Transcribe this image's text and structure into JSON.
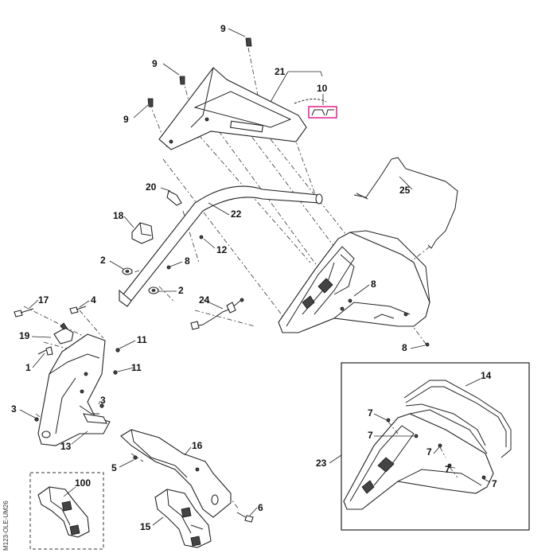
{
  "diagram": {
    "callouts": [
      {
        "id": "c9a",
        "text": "9"
      },
      {
        "id": "c9b",
        "text": "9"
      },
      {
        "id": "c9c",
        "text": "9"
      },
      {
        "id": "c21",
        "text": "21"
      },
      {
        "id": "c10",
        "text": "10"
      },
      {
        "id": "c25",
        "text": "25"
      },
      {
        "id": "c20",
        "text": "20"
      },
      {
        "id": "c22",
        "text": "22"
      },
      {
        "id": "c18",
        "text": "18"
      },
      {
        "id": "c12",
        "text": "12"
      },
      {
        "id": "c2a",
        "text": "2"
      },
      {
        "id": "c8a",
        "text": "8"
      },
      {
        "id": "c8b",
        "text": "8"
      },
      {
        "id": "c2b",
        "text": "2"
      },
      {
        "id": "c17",
        "text": "17"
      },
      {
        "id": "c4",
        "text": "4"
      },
      {
        "id": "c24",
        "text": "24"
      },
      {
        "id": "c19",
        "text": "19"
      },
      {
        "id": "c11a",
        "text": "11"
      },
      {
        "id": "c1",
        "text": "1"
      },
      {
        "id": "c8c",
        "text": "8"
      },
      {
        "id": "c11b",
        "text": "11"
      },
      {
        "id": "c14",
        "text": "14"
      },
      {
        "id": "c3a",
        "text": "3"
      },
      {
        "id": "c3b",
        "text": "3"
      },
      {
        "id": "c7a",
        "text": "7"
      },
      {
        "id": "c7b",
        "text": "7"
      },
      {
        "id": "c13",
        "text": "13"
      },
      {
        "id": "c16",
        "text": "16"
      },
      {
        "id": "c7c",
        "text": "7"
      },
      {
        "id": "c23",
        "text": "23"
      },
      {
        "id": "c5",
        "text": "5"
      },
      {
        "id": "c7d",
        "text": "7"
      },
      {
        "id": "c7e",
        "text": "7"
      },
      {
        "id": "c100",
        "text": "100"
      },
      {
        "id": "c6",
        "text": "6"
      },
      {
        "id": "c15",
        "text": "15"
      }
    ],
    "drawing_code": "M123-OLE-UM26",
    "colors": {
      "highlight": "#e0218a",
      "line": "#222222"
    }
  }
}
